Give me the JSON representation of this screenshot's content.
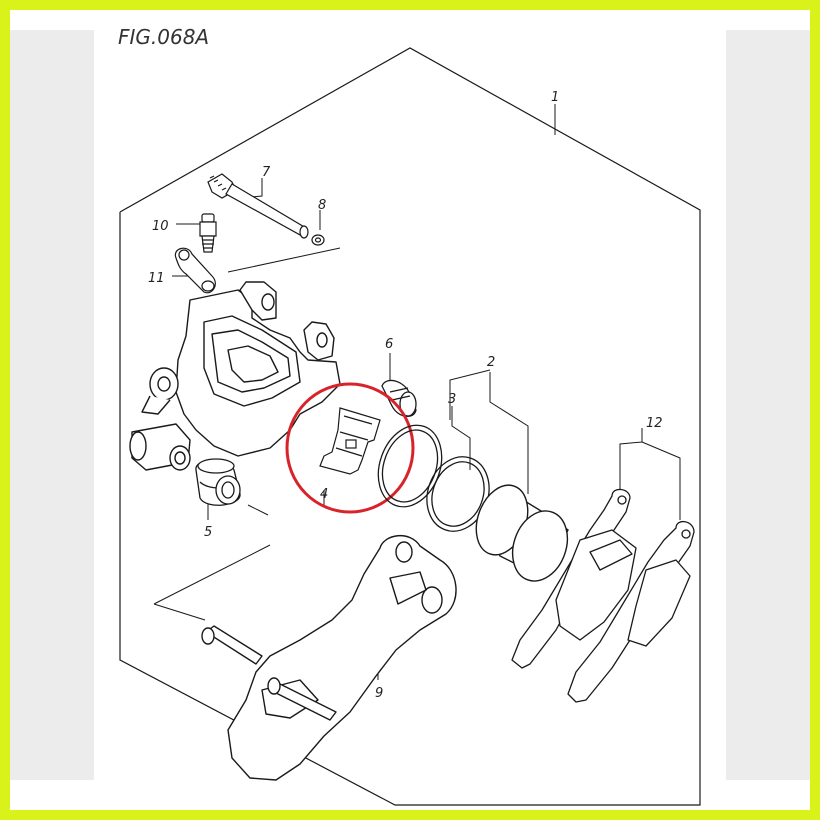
{
  "figure_title": "FIG.068A",
  "colors": {
    "frame_border": "#d8f21a",
    "side_margin": "#ececec",
    "line_art": "#1a1a1a",
    "highlight_circle": "#d8232a"
  },
  "callouts": [
    {
      "id": "1",
      "label": "1",
      "part": "caliper-assembly"
    },
    {
      "id": "2",
      "label": "2",
      "part": "piston"
    },
    {
      "id": "3",
      "label": "3",
      "part": "piston-seal"
    },
    {
      "id": "4",
      "label": "4",
      "part": "pad-spring"
    },
    {
      "id": "5",
      "label": "5",
      "part": "boot"
    },
    {
      "id": "6",
      "label": "6",
      "part": "dust-seal"
    },
    {
      "id": "7",
      "label": "7",
      "part": "pin"
    },
    {
      "id": "8",
      "label": "8",
      "part": "plug"
    },
    {
      "id": "9",
      "label": "9",
      "part": "caliper-bracket"
    },
    {
      "id": "10",
      "label": "10",
      "part": "bleeder-valve"
    },
    {
      "id": "11",
      "label": "11",
      "part": "bleeder-cap"
    },
    {
      "id": "12",
      "label": "12",
      "part": "brake-pad-set"
    }
  ],
  "highlight": {
    "target": "4"
  }
}
